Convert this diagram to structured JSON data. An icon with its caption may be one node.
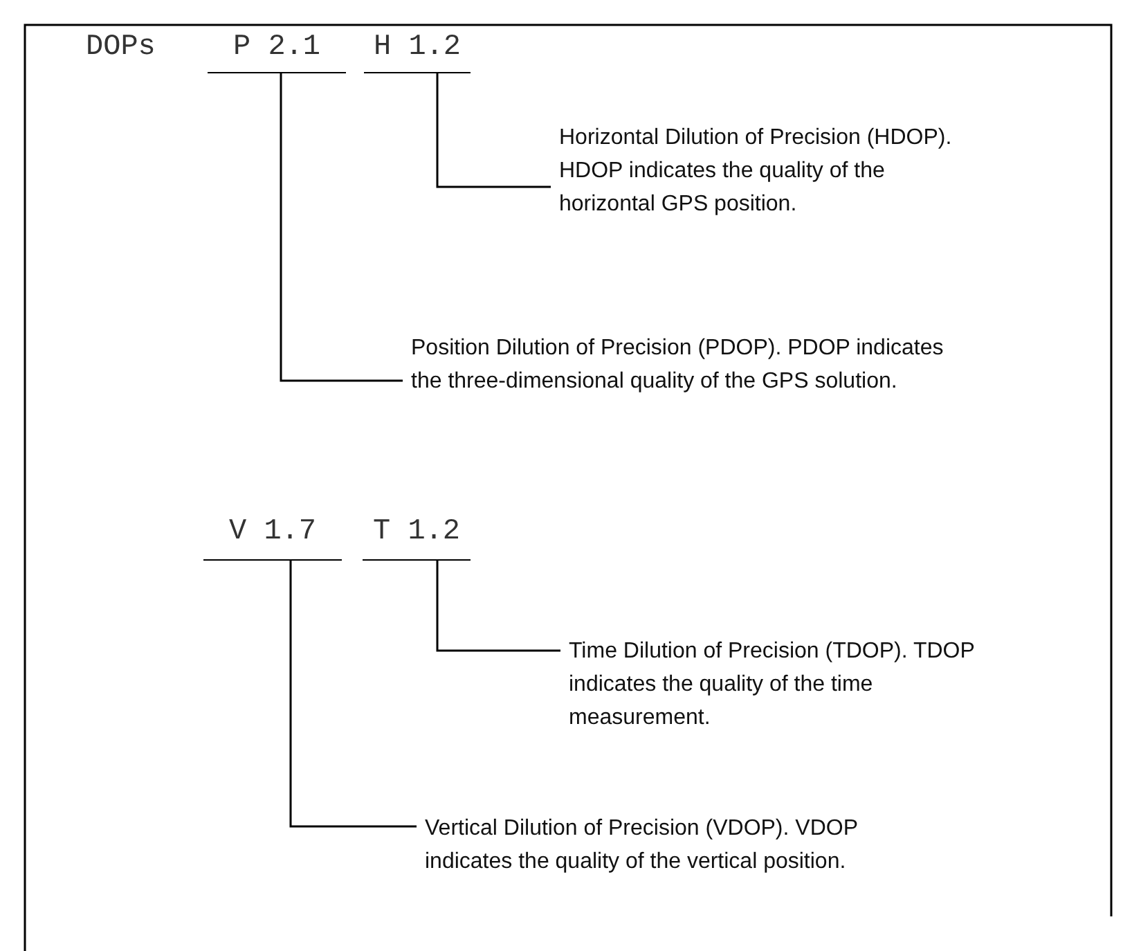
{
  "diagram": {
    "nodes": [
      {
        "text": [
          "P 2.1"
        ]
      },
      {
        "text": [
          "H 1.2"
        ]
      },
      {
        "text": [
          "Horizontal Dilution of Precision (HDOP). HDOP indicates the quality of the horizontal GPS position."
        ]
      },
      {
        "text": [
          "Position Dilution of Precision (PDOP). PDOP indicates the three-dimensional quality of the GPS solution."
        ]
      },
      {
        "text": [
          "V 1.7"
        ]
      },
      {
        "text": [
          "T 1.2"
        ]
      },
      {
        "text": [
          "Time Dilution of Precision (TDOP). TDOP indicates the quality of the time measurement."
        ]
      },
      {
        "text": [
          "Vertical Dilution of Precision (VDOP). VDOP indicates the quality of the vertical position."
        ]
      }
    ],
    "edges": [
      {
        "from": 1,
        "to": 2,
        "arrow": "none"
      },
      {
        "from": 0,
        "to": 3,
        "arrow": "none"
      },
      {
        "from": 5,
        "to": 6,
        "arrow": "none"
      },
      {
        "from": 4,
        "to": 7,
        "arrow": "none"
      }
    ],
    "labels": [
      "DOPs"
    ]
  }
}
